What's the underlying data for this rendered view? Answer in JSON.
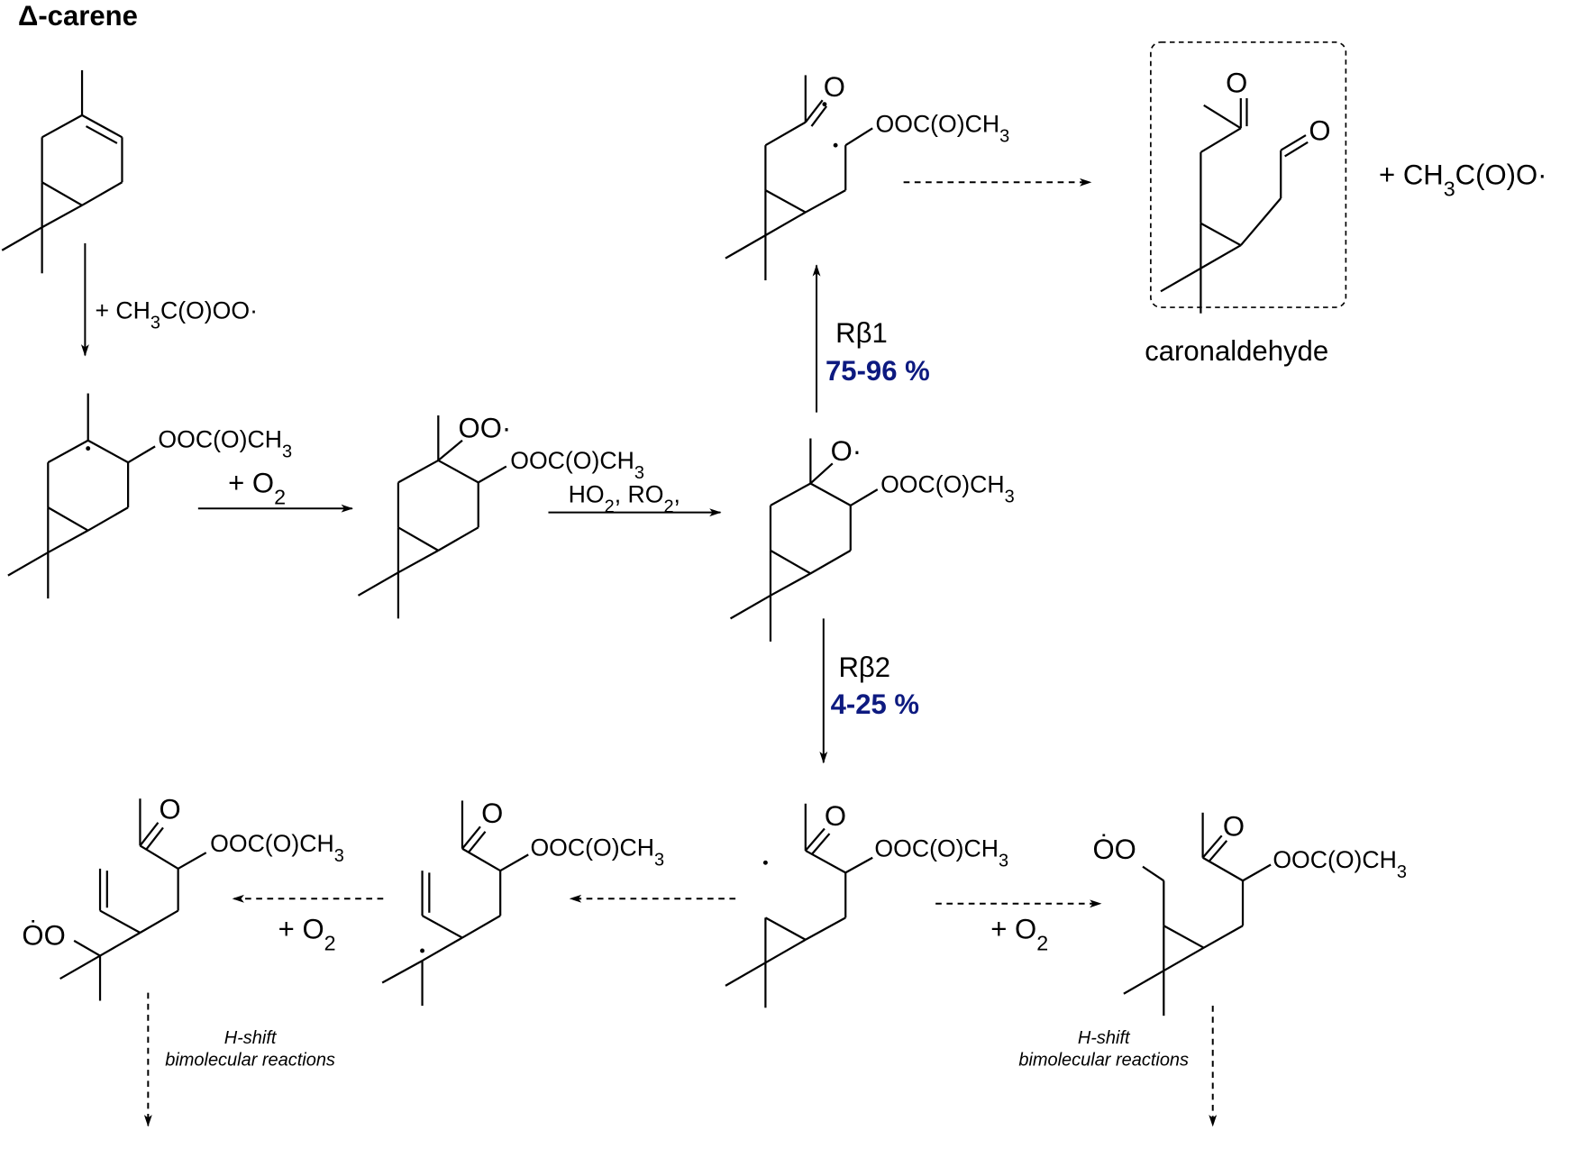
{
  "title": "Δ-carene",
  "colors": {
    "yield": "#0d1a80",
    "ink": "#000000"
  },
  "reagents": {
    "pan_radical": "+ CH3C(O)OO·",
    "o2_1": "+ O2",
    "ho2_ro2": "HO2, RO2,",
    "o2_right": "+ O2",
    "o2_left": "+ O2",
    "acetyloxy": "+ CH3C(O)O·"
  },
  "pathways": {
    "rb1": {
      "label": "Rβ1",
      "yield": "75-96 %"
    },
    "rb2": {
      "label": "Rβ2",
      "yield": "4-25 %"
    }
  },
  "groups": {
    "ester": "OOC(O)CH3",
    "peroxy": "OO·",
    "alkoxy": "O·",
    "peroxy_left": "ȮO",
    "oxo": "O"
  },
  "product": {
    "name": "caronaldehyde"
  },
  "notes": {
    "left": [
      "H-shift",
      "bimolecular reactions"
    ],
    "right": [
      "H-shift",
      "bimolecular reactions"
    ]
  }
}
